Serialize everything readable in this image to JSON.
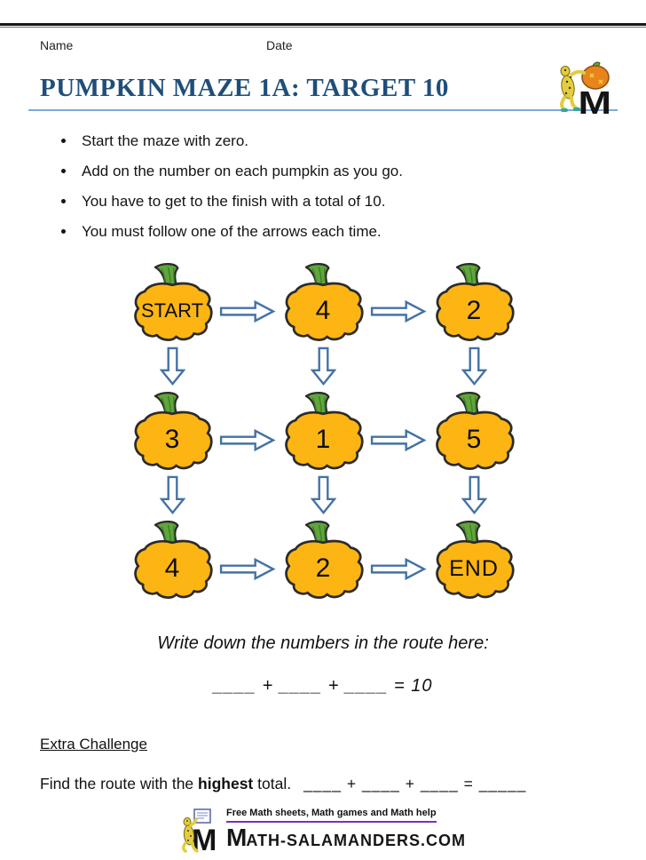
{
  "header": {
    "name_label": "Name",
    "date_label": "Date",
    "title": "PUMPKIN MAZE 1A: TARGET 10",
    "logo_letter": "M"
  },
  "instructions": [
    "Start the maze with zero.",
    "Add on the number on each pumpkin as you go.",
    "You have to get to the finish with a total of 10.",
    "You must follow one of the arrows each time."
  ],
  "maze": {
    "rows": [
      [
        "START",
        "4",
        "2"
      ],
      [
        "3",
        "1",
        "5"
      ],
      [
        "4",
        "2",
        "END"
      ]
    ]
  },
  "route": {
    "prompt": "Write down the numbers in the route here:",
    "equation": "____ + ____ + ____ = 10"
  },
  "extra": {
    "heading": "Extra Challenge",
    "find_prefix": "Find the route with the ",
    "find_bold": "highest",
    "find_suffix": " total.",
    "equation": "____ + ____ + ____ = _____"
  },
  "footer": {
    "tagline": "Free Math sheets, Math games and Math help",
    "logo_letter": "M",
    "site_initial": "M",
    "site_rest": "ATH-SALAMANDERS.COM"
  },
  "icons": {
    "corner_logo": "math-salamanders-logo",
    "footer_logo": "math-salamanders-footer-logo",
    "pumpkin": "pumpkin-icon",
    "arrow_right": "arrow-right-icon",
    "arrow_down": "arrow-down-icon"
  },
  "colors": {
    "pumpkin_fill": "#FDB513",
    "stem_green": "#5FA63B",
    "arrow_blue": "#4472A4",
    "title_blue": "#1F4E79",
    "tagline_purple": "#7B2FBE"
  }
}
